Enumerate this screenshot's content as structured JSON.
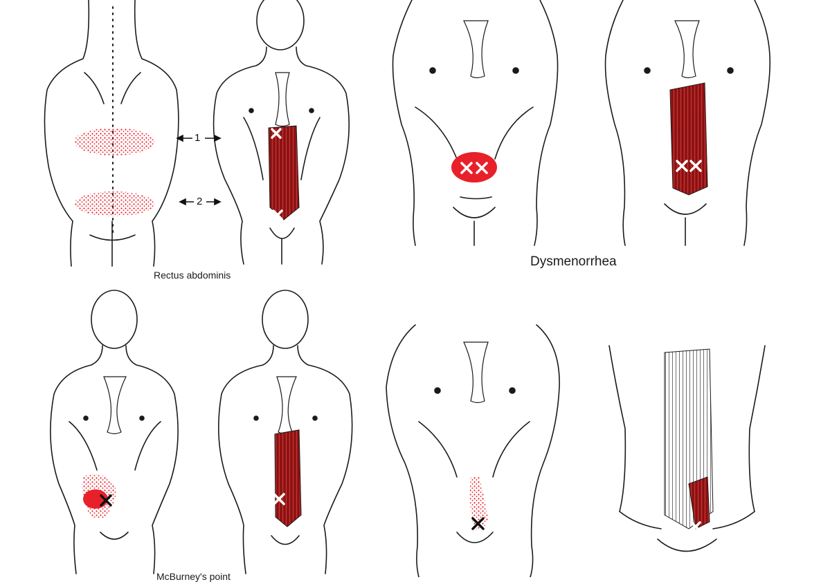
{
  "captions": {
    "rectus_abdominis": "Rectus abdominis",
    "dysmenorrhea": "Dysmenorrhea",
    "bottom_cut": "McBurney's point"
  },
  "arrows": {
    "one": "1",
    "two": "2"
  },
  "colors": {
    "muscle": "#a01717",
    "referral": "#e8202a",
    "outline": "#1a1a1a"
  }
}
